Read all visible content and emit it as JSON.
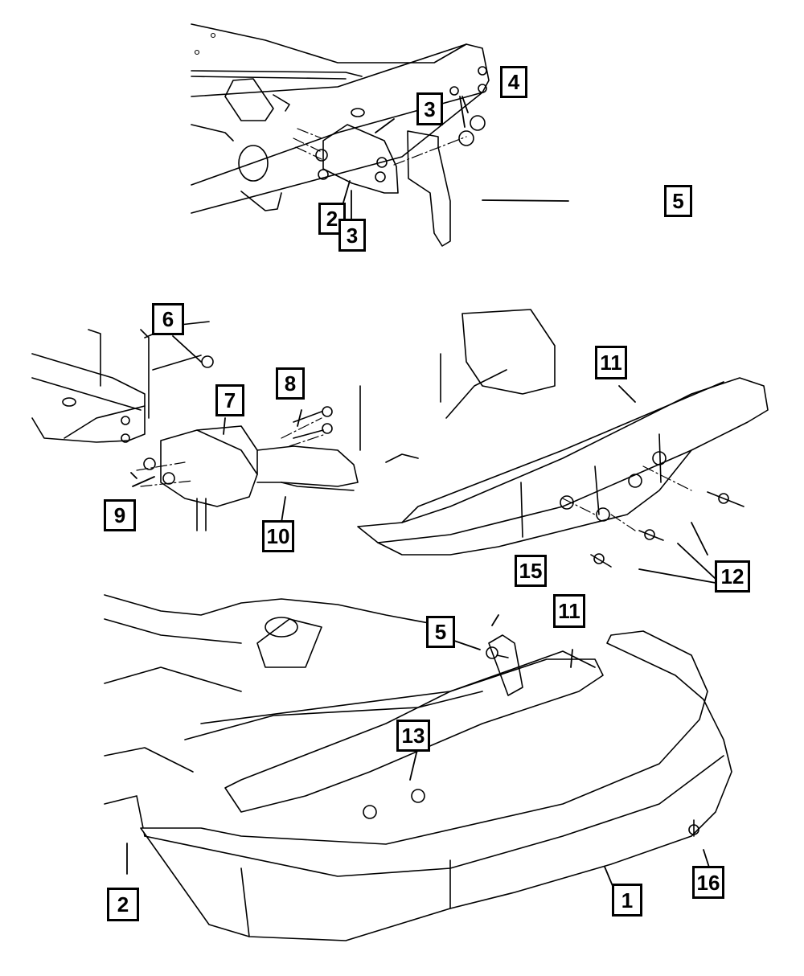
{
  "diagram": {
    "type": "exploded-parts-diagram",
    "subject": "Rear bumper, fascia and tow hitch assembly",
    "views": [
      "upper frame rail / bracket detail",
      "tow hitch receiver and bumper reinforcement",
      "rear bumper fascia installed"
    ],
    "callouts": [
      {
        "id": "c4",
        "label": "4"
      },
      {
        "id": "c3a",
        "label": "3"
      },
      {
        "id": "c5a",
        "label": "5"
      },
      {
        "id": "c2a",
        "label": "2"
      },
      {
        "id": "c3b",
        "label": "3"
      },
      {
        "id": "c6",
        "label": "6"
      },
      {
        "id": "c8",
        "label": "8"
      },
      {
        "id": "c7",
        "label": "7"
      },
      {
        "id": "c11a",
        "label": "11"
      },
      {
        "id": "c9",
        "label": "9"
      },
      {
        "id": "c10",
        "label": "10"
      },
      {
        "id": "c15",
        "label": "15"
      },
      {
        "id": "c12",
        "label": "12"
      },
      {
        "id": "c5b",
        "label": "5"
      },
      {
        "id": "c11b",
        "label": "11"
      },
      {
        "id": "c13",
        "label": "13"
      },
      {
        "id": "c16",
        "label": "16"
      },
      {
        "id": "c2b",
        "label": "2"
      },
      {
        "id": "c1",
        "label": "1"
      }
    ]
  }
}
